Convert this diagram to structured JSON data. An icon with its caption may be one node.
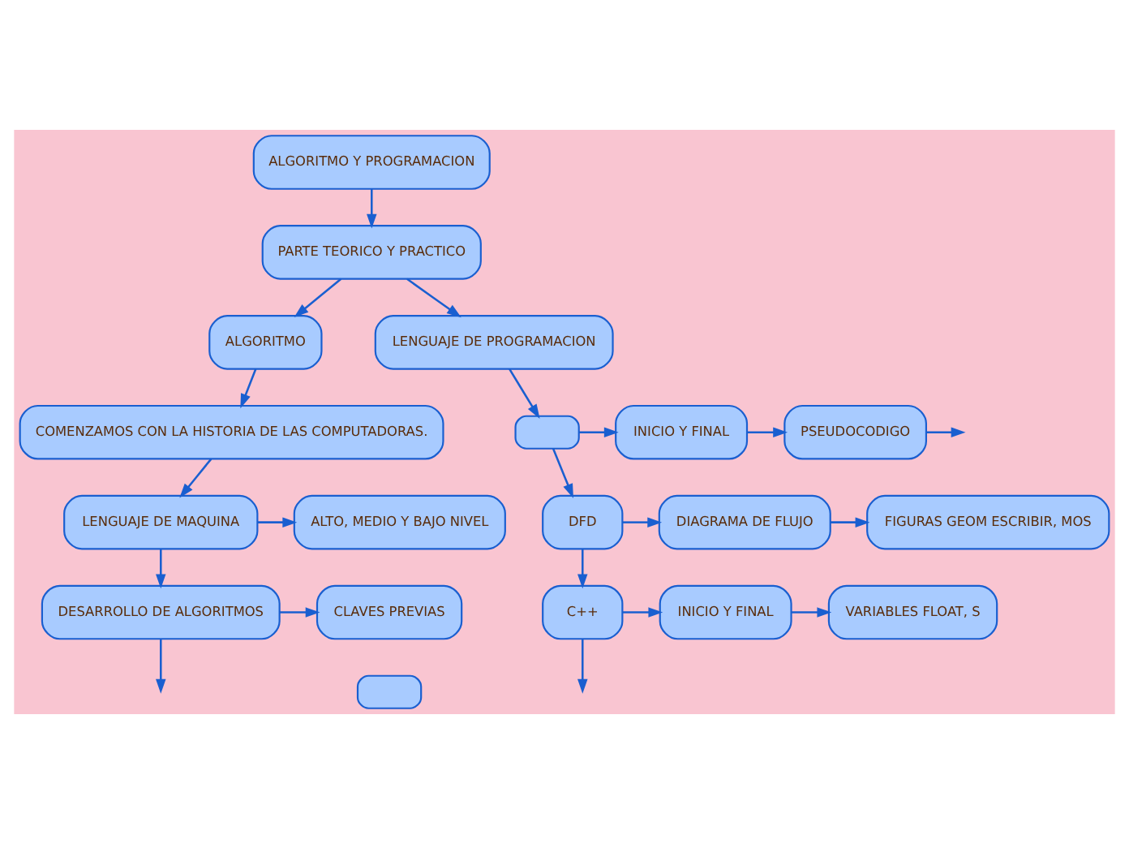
{
  "diagram": {
    "nodes": [
      {
        "text": [
          "ALGORITMO Y PROGRAMACION"
        ]
      },
      {
        "text": [
          "PARTE TEORICO Y PRACTICO"
        ]
      },
      {
        "text": [
          "ALGORITMO"
        ]
      },
      {
        "text": [
          "LENGUAJE DE PROGRAMACION"
        ]
      },
      {
        "text": [
          "COMENZAMOS CON LA HISTORIA DE LAS COMPUTADORAS."
        ]
      },
      {
        "text": [
          "LENGUAJE DE MAQUINA"
        ]
      },
      {
        "text": [
          "ALTO, MEDIO Y BAJO NIVEL"
        ]
      },
      {
        "text": [
          "DESARROLLO DE ALGORITMOS"
        ]
      },
      {
        "text": [
          "CLAVES PREVIAS"
        ]
      },
      {
        "text": [],
        "shape": "box"
      },
      {
        "text": [
          "INICIO Y FINAL"
        ]
      },
      {
        "text": [
          "PSEUDOCODIGO"
        ]
      },
      {
        "text": [
          "DFD"
        ]
      },
      {
        "text": [
          "DIAGRAMA DE FLUJO"
        ]
      },
      {
        "text": [
          "FIGURAS GEOM ESCRIBIR, MOS"
        ]
      },
      {
        "text": [
          "C++"
        ]
      },
      {
        "text": [
          "INICIO Y FINAL"
        ]
      },
      {
        "text": [
          "VARIABLES FLOAT, S"
        ]
      },
      {
        "text": [],
        "shape": "box"
      }
    ],
    "edges": [
      {
        "from": 0,
        "to": 1,
        "arrow": "to"
      },
      {
        "from": 1,
        "to": 2,
        "arrow": "to"
      },
      {
        "from": 1,
        "to": 3,
        "arrow": "to"
      },
      {
        "from": 2,
        "to": 4,
        "arrow": "to"
      },
      {
        "from": 4,
        "to": 5,
        "arrow": "to"
      },
      {
        "from": 5,
        "to": 6,
        "arrow": "to"
      },
      {
        "from": 5,
        "to": 7,
        "arrow": "to"
      },
      {
        "from": 7,
        "to": 8,
        "arrow": "to"
      },
      {
        "from": 7,
        "to": null,
        "arrow": "to"
      },
      {
        "from": 3,
        "to": 9,
        "arrow": "to"
      },
      {
        "from": 9,
        "to": 10,
        "arrow": "to"
      },
      {
        "from": 10,
        "to": 11,
        "arrow": "to"
      },
      {
        "from": 11,
        "to": null,
        "arrow": "to"
      },
      {
        "from": 9,
        "to": 12,
        "arrow": "to"
      },
      {
        "from": 12,
        "to": 13,
        "arrow": "to"
      },
      {
        "from": 13,
        "to": 14,
        "arrow": "to"
      },
      {
        "from": 12,
        "to": 15,
        "arrow": "to"
      },
      {
        "from": 15,
        "to": 16,
        "arrow": "to"
      },
      {
        "from": 16,
        "to": 17,
        "arrow": "to"
      },
      {
        "from": 15,
        "to": null,
        "arrow": "to"
      }
    ]
  }
}
